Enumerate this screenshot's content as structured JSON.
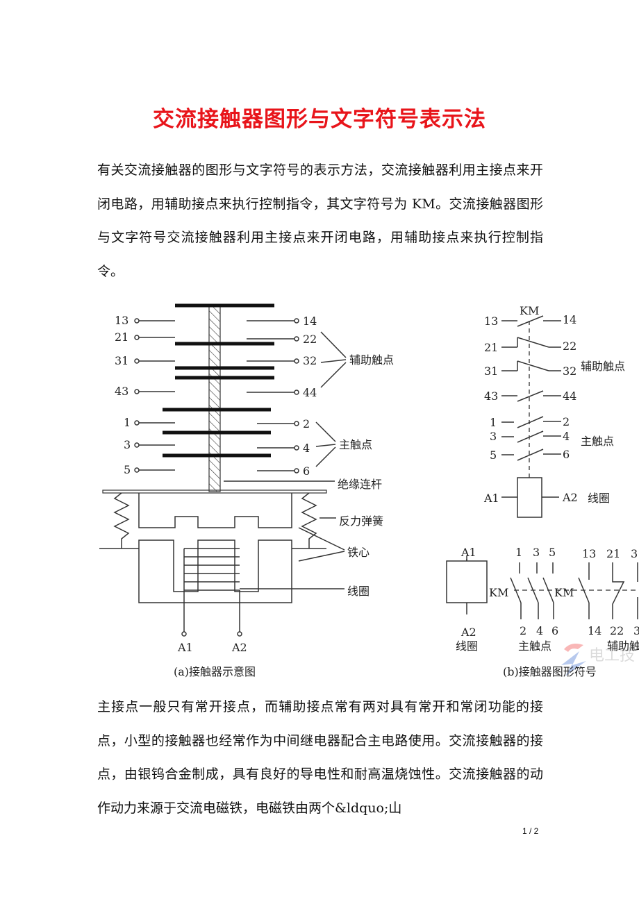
{
  "title": "交流接触器图形与文字符号表示法",
  "paragraphs": [
    "有关交流接触器的图形与文字符号的表示方法，交流接触器利用主接点来开闭电路，用辅助接点来执行控制指令，其文字符号为 KM。交流接触器图形与文字符号交流接触器利用主接点来开闭电路，用辅助接点来执行控制指令。",
    "主接点一般只有常开接点，而辅助接点常有两对具有常开和常闭功能的接点，小型的接触器也经常作为中间继电器配合主电路使用。交流接触器的接点，由银钨合金制成，具有良好的导电性和耐高温烧蚀性。交流接触器的动作动力来源于交流电磁铁，电磁铁由两个&ldquo;山"
  ],
  "figure_a": {
    "left_terminals": [
      "13",
      "21",
      "31",
      "43",
      "1",
      "3",
      "5"
    ],
    "right_terminals": [
      "14",
      "22",
      "32",
      "44",
      "2",
      "4",
      "6"
    ],
    "labels": {
      "aux": "辅助触点",
      "main": "主触点",
      "rod": "绝缘连杆",
      "spring": "反力弹簧",
      "core": "铁心",
      "coil": "线圈"
    },
    "coil_terminals": [
      "A1",
      "A2"
    ],
    "caption": "(a)接触器示意图"
  },
  "figure_b": {
    "km": "KM",
    "left_terminals": [
      "13",
      "21",
      "31",
      "43",
      "1",
      "3",
      "5"
    ],
    "right_terminals": [
      "14",
      "22",
      "32",
      "44",
      "2",
      "4",
      "6"
    ],
    "labels": {
      "aux": "辅助触点",
      "main": "主触点",
      "coil": "线圈"
    },
    "coil_terminals": [
      "A1",
      "A2"
    ],
    "bottom": {
      "coil_top": "A1",
      "coil_bottom": "A2",
      "coil_label": "线圈",
      "km1": "KM",
      "km2": "KM",
      "main_top": [
        "1",
        "3",
        "5"
      ],
      "main_bottom": [
        "2",
        "4",
        "6"
      ],
      "main_label": "主触点",
      "aux_top": [
        "13",
        "21",
        "3"
      ],
      "aux_bottom": [
        "14",
        "22",
        "3"
      ],
      "aux_label": "辅助触"
    },
    "caption": "(b)接触器图形符号",
    "watermark": "电工技"
  },
  "page_number": "1 / 2",
  "colors": {
    "title": "#e8141a"
  }
}
